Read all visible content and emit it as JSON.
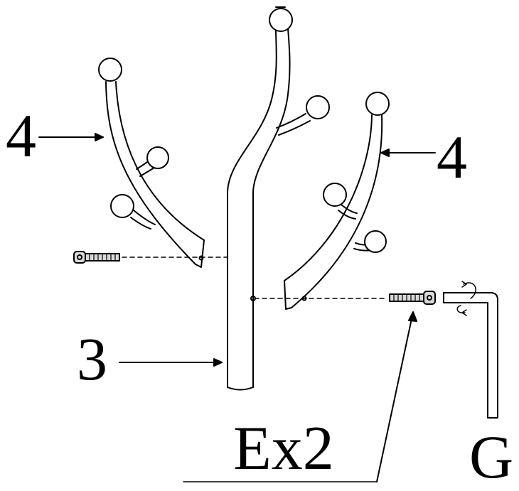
{
  "labels": {
    "part_4_left": "4",
    "part_4_right": "4",
    "part_3": "3",
    "bolt_callout": "Ex2",
    "tool_callout": "G"
  },
  "colors": {
    "ink": "#000000",
    "paper": "#ffffff",
    "bolt_fill": "#d9d9d9"
  },
  "icons": [
    "hook-arm",
    "trunk-pole",
    "bolt",
    "allen-key",
    "rotation-arrow"
  ]
}
